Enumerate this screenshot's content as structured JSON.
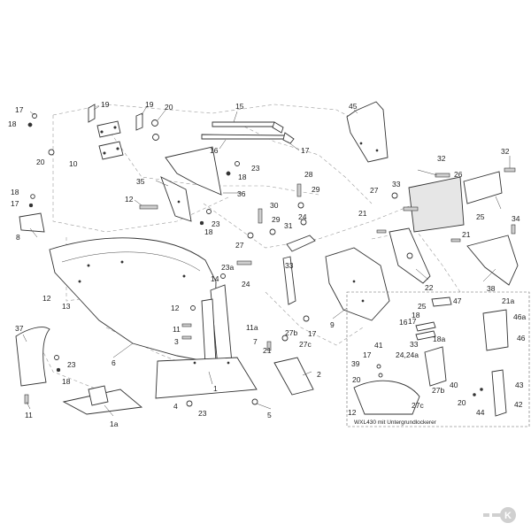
{
  "callouts": {
    "c17a": "17",
    "c18a": "18",
    "c19a": "19",
    "c19b": "19",
    "c20a": "20",
    "c20b": "20",
    "c10": "10",
    "c15": "15",
    "c16": "16",
    "c17b": "17",
    "c45": "45",
    "c23a": "23",
    "c18b": "18",
    "c35": "35",
    "c36": "36",
    "c12a": "12",
    "c28": "28",
    "c29a": "29",
    "c27a": "27",
    "c33a": "33",
    "c26": "26",
    "c32a": "32",
    "c32b": "32",
    "c18c": "18",
    "c17c": "17",
    "c8": "8",
    "c30": "30",
    "c29b": "29",
    "c23b": "23",
    "c18d": "18",
    "c24a": "24",
    "c21a": "21",
    "c25a": "25",
    "c34": "34",
    "c31": "31",
    "c27b": "27",
    "c21b": "21",
    "c33b": "33",
    "c23c": "23a",
    "c24b": "24",
    "c22": "22",
    "c38": "38",
    "c12b": "12",
    "c13": "13",
    "c14": "14",
    "c47": "47",
    "c25b": "25",
    "c18e": "18",
    "c12c": "12",
    "c11a": "11",
    "c11b": "11a",
    "c3": "3",
    "c7": "7",
    "c9": "9",
    "c27c": "27b",
    "c17d": "17",
    "c21c": "21",
    "c27d": "27c",
    "c21d": "21a",
    "c46a": "46a",
    "c16b": "16",
    "c17e": "17",
    "c33c": "33",
    "c18f": "18a",
    "c46b": "46",
    "c41": "41",
    "c24c": "24,24a",
    "c37": "37",
    "c6": "6",
    "c23d": "23",
    "c18g": "18",
    "c39": "39",
    "c17f": "17",
    "c20c": "20",
    "c40": "40",
    "c27e": "27b",
    "c43": "43",
    "c2": "2",
    "c1": "1",
    "c4": "4",
    "c23e": "23",
    "c5": "5",
    "c20d": "20",
    "c44": "44",
    "c42": "42",
    "c12d": "12",
    "c27f": "27c",
    "c11c": "11",
    "c1a": "1a"
  },
  "inset": {
    "caption": "WXL430 mit Untergrundlockerer"
  },
  "brand": {
    "logo_text": "K"
  },
  "colors": {
    "line": "#333333",
    "dashed": "#9a9a9a",
    "shaded": "#e6e6e6",
    "logo": "#d0d0d0"
  }
}
